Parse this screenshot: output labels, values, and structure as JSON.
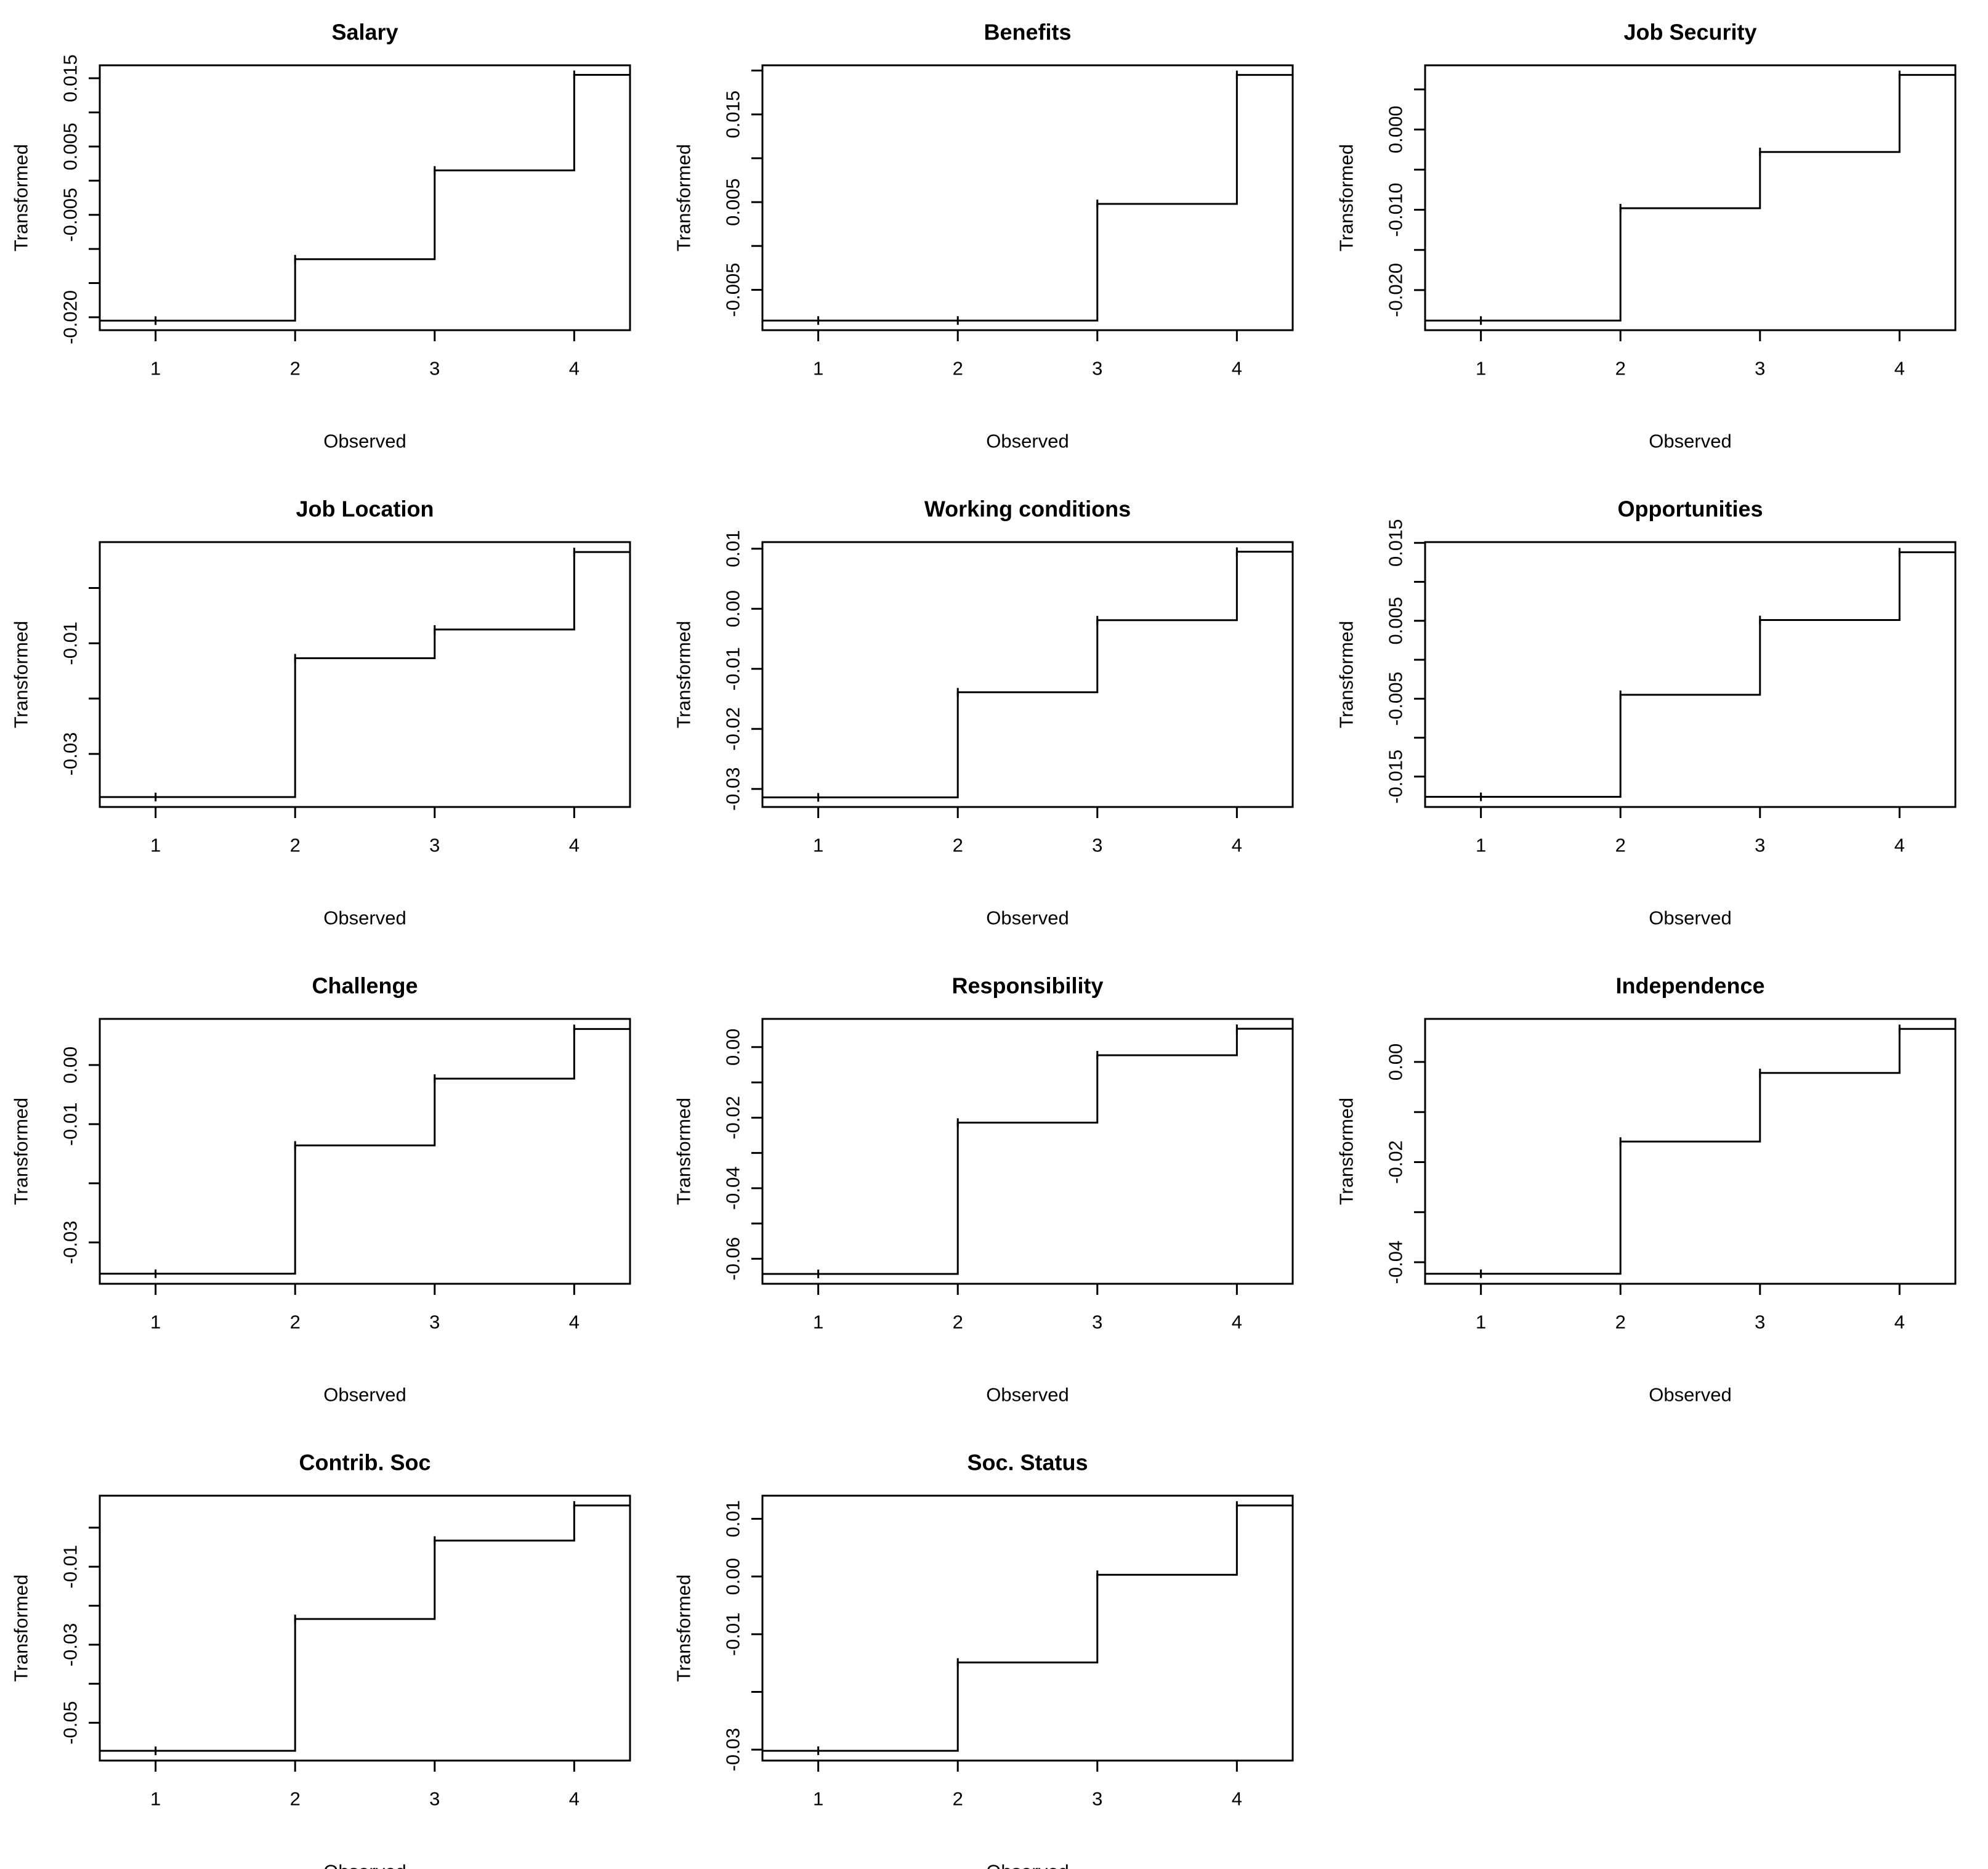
{
  "figure": {
    "xlabel": "Observed",
    "ylabel": "Transformed"
  },
  "chart_data": [
    {
      "type": "line",
      "style": "step",
      "title": "Salary",
      "xlabel": "Observed",
      "ylabel": "Transformed",
      "x": [
        1,
        2,
        3,
        4
      ],
      "values": [
        -0.0205,
        -0.0115,
        0.0015,
        0.0155
      ],
      "ylim": [
        -0.0219,
        0.0169
      ],
      "xlim": [
        0.6,
        4.4
      ],
      "grid": false,
      "yticks": [
        {
          "value": 0.015,
          "label": "0.015"
        },
        {
          "value": 0.01,
          "label": ""
        },
        {
          "value": 0.005,
          "label": "0.005"
        },
        {
          "value": 0.0,
          "label": ""
        },
        {
          "value": -0.005,
          "label": "-0.005"
        },
        {
          "value": -0.01,
          "label": ""
        },
        {
          "value": -0.015,
          "label": ""
        },
        {
          "value": -0.02,
          "label": "-0.020"
        }
      ]
    },
    {
      "type": "line",
      "style": "step",
      "title": "Benefits",
      "xlabel": "Observed",
      "ylabel": "Transformed",
      "x": [
        1,
        2,
        3,
        4
      ],
      "values": [
        -0.0085,
        -0.0085,
        0.0048,
        0.0195
      ],
      "ylim": [
        -0.0096,
        0.0206
      ],
      "xlim": [
        0.6,
        4.4
      ],
      "grid": false,
      "yticks": [
        {
          "value": 0.02,
          "label": ""
        },
        {
          "value": 0.015,
          "label": "0.015"
        },
        {
          "value": 0.01,
          "label": ""
        },
        {
          "value": 0.005,
          "label": "0.005"
        },
        {
          "value": 0.0,
          "label": ""
        },
        {
          "value": -0.005,
          "label": "-0.005"
        }
      ]
    },
    {
      "type": "line",
      "style": "step",
      "title": "Job Security",
      "xlabel": "Observed",
      "ylabel": "Transformed",
      "x": [
        1,
        2,
        3,
        4
      ],
      "values": [
        -0.0238,
        -0.0098,
        -0.0028,
        0.0068
      ],
      "ylim": [
        -0.025,
        0.008
      ],
      "xlim": [
        0.6,
        4.4
      ],
      "grid": false,
      "yticks": [
        {
          "value": 0.005,
          "label": ""
        },
        {
          "value": 0.0,
          "label": "0.000"
        },
        {
          "value": -0.005,
          "label": ""
        },
        {
          "value": -0.01,
          "label": "-0.010"
        },
        {
          "value": -0.015,
          "label": ""
        },
        {
          "value": -0.02,
          "label": "-0.020"
        }
      ]
    },
    {
      "type": "line",
      "style": "step",
      "title": "Job Location",
      "xlabel": "Observed",
      "ylabel": "Transformed",
      "x": [
        1,
        2,
        3,
        4
      ],
      "values": [
        -0.0378,
        -0.0127,
        -0.0075,
        0.0065
      ],
      "ylim": [
        -0.0396,
        0.0083
      ],
      "xlim": [
        0.6,
        4.4
      ],
      "grid": false,
      "yticks": [
        {
          "value": 0.0,
          "label": ""
        },
        {
          "value": -0.01,
          "label": "-0.01"
        },
        {
          "value": -0.02,
          "label": ""
        },
        {
          "value": -0.03,
          "label": "-0.03"
        }
      ]
    },
    {
      "type": "line",
      "style": "step",
      "title": "Working conditions",
      "xlabel": "Observed",
      "ylabel": "Transformed",
      "x": [
        1,
        2,
        3,
        4
      ],
      "values": [
        -0.0314,
        -0.0139,
        -0.0019,
        0.0095
      ],
      "ylim": [
        -0.033,
        0.0111
      ],
      "xlim": [
        0.6,
        4.4
      ],
      "grid": false,
      "yticks": [
        {
          "value": 0.01,
          "label": "0.01"
        },
        {
          "value": 0.0,
          "label": "0.00"
        },
        {
          "value": -0.01,
          "label": "-0.01"
        },
        {
          "value": -0.02,
          "label": "-0.02"
        },
        {
          "value": -0.03,
          "label": "-0.03"
        }
      ]
    },
    {
      "type": "line",
      "style": "step",
      "title": "Opportunities",
      "xlabel": "Observed",
      "ylabel": "Transformed",
      "x": [
        1,
        2,
        3,
        4
      ],
      "values": [
        -0.0176,
        -0.0045,
        0.0051,
        0.0138
      ],
      "ylim": [
        -0.0189,
        0.0151
      ],
      "xlim": [
        0.6,
        4.4
      ],
      "grid": false,
      "yticks": [
        {
          "value": 0.015,
          "label": "0.015"
        },
        {
          "value": 0.01,
          "label": ""
        },
        {
          "value": 0.005,
          "label": "0.005"
        },
        {
          "value": 0.0,
          "label": ""
        },
        {
          "value": -0.005,
          "label": "-0.005"
        },
        {
          "value": -0.01,
          "label": ""
        },
        {
          "value": -0.015,
          "label": "-0.015"
        }
      ]
    },
    {
      "type": "line",
      "style": "step",
      "title": "Challenge",
      "xlabel": "Observed",
      "ylabel": "Transformed",
      "x": [
        1,
        2,
        3,
        4
      ],
      "values": [
        -0.0353,
        -0.0136,
        -0.0023,
        0.0061
      ],
      "ylim": [
        -0.037,
        0.0078
      ],
      "xlim": [
        0.6,
        4.4
      ],
      "grid": false,
      "yticks": [
        {
          "value": 0.0,
          "label": "0.00"
        },
        {
          "value": -0.01,
          "label": "-0.01"
        },
        {
          "value": -0.02,
          "label": ""
        },
        {
          "value": -0.03,
          "label": "-0.03"
        }
      ]
    },
    {
      "type": "line",
      "style": "step",
      "title": "Responsibility",
      "xlabel": "Observed",
      "ylabel": "Transformed",
      "x": [
        1,
        2,
        3,
        4
      ],
      "values": [
        -0.0643,
        -0.0214,
        -0.0023,
        0.0052
      ],
      "ylim": [
        -0.0671,
        0.008
      ],
      "xlim": [
        0.6,
        4.4
      ],
      "grid": false,
      "yticks": [
        {
          "value": 0.0,
          "label": "0.00"
        },
        {
          "value": -0.01,
          "label": ""
        },
        {
          "value": -0.02,
          "label": "-0.02"
        },
        {
          "value": -0.03,
          "label": ""
        },
        {
          "value": -0.04,
          "label": "-0.04"
        },
        {
          "value": -0.05,
          "label": ""
        },
        {
          "value": -0.06,
          "label": "-0.06"
        }
      ]
    },
    {
      "type": "line",
      "style": "step",
      "title": "Independence",
      "xlabel": "Observed",
      "ylabel": "Transformed",
      "x": [
        1,
        2,
        3,
        4
      ],
      "values": [
        -0.0423,
        -0.0159,
        -0.0022,
        0.0066
      ],
      "ylim": [
        -0.0443,
        0.0086
      ],
      "xlim": [
        0.6,
        4.4
      ],
      "grid": false,
      "yticks": [
        {
          "value": 0.0,
          "label": "0.00"
        },
        {
          "value": -0.01,
          "label": ""
        },
        {
          "value": -0.02,
          "label": "-0.02"
        },
        {
          "value": -0.03,
          "label": ""
        },
        {
          "value": -0.04,
          "label": "-0.04"
        }
      ]
    },
    {
      "type": "line",
      "style": "step",
      "title": "Contrib. Soc",
      "xlabel": "Observed",
      "ylabel": "Transformed",
      "x": [
        1,
        2,
        3,
        4
      ],
      "values": [
        -0.0572,
        -0.0234,
        -0.0033,
        0.0057
      ],
      "ylim": [
        -0.0597,
        0.0082
      ],
      "xlim": [
        0.6,
        4.4
      ],
      "grid": false,
      "yticks": [
        {
          "value": 0.0,
          "label": ""
        },
        {
          "value": -0.01,
          "label": "-0.01"
        },
        {
          "value": -0.02,
          "label": ""
        },
        {
          "value": -0.03,
          "label": "-0.03"
        },
        {
          "value": -0.04,
          "label": ""
        },
        {
          "value": -0.05,
          "label": "-0.05"
        }
      ]
    },
    {
      "type": "line",
      "style": "step",
      "title": "Soc. Status",
      "xlabel": "Observed",
      "ylabel": "Transformed",
      "x": [
        1,
        2,
        3,
        4
      ],
      "values": [
        -0.0302,
        -0.0149,
        0.0003,
        0.0123
      ],
      "ylim": [
        -0.0319,
        0.014
      ],
      "xlim": [
        0.6,
        4.4
      ],
      "grid": false,
      "yticks": [
        {
          "value": 0.01,
          "label": "0.01"
        },
        {
          "value": 0.0,
          "label": "0.00"
        },
        {
          "value": -0.01,
          "label": "-0.01"
        },
        {
          "value": -0.02,
          "label": ""
        },
        {
          "value": -0.03,
          "label": "-0.03"
        }
      ]
    }
  ]
}
